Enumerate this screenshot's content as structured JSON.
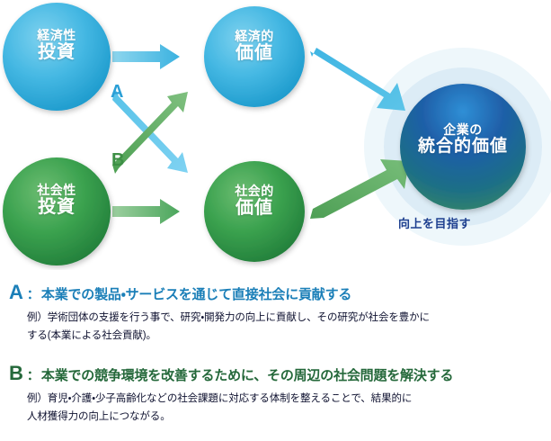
{
  "diagram": {
    "nodes": [
      {
        "id": "economic-investment",
        "line1": "経済性",
        "line2": "投資",
        "color": "#3cb4e0"
      },
      {
        "id": "economic-value",
        "line1": "経済的",
        "line2": "価値",
        "color": "#3cb4e0"
      },
      {
        "id": "social-investment",
        "line1": "社会性",
        "line2": "投資",
        "color": "#3a9b4f"
      },
      {
        "id": "social-value",
        "line1": "社会的",
        "line2": "価値",
        "color": "#3a9b4f"
      },
      {
        "id": "integrated-value",
        "line1": "企業の",
        "line2": "統合的価値",
        "color": "#1f5fa8"
      }
    ],
    "cross_labels": {
      "a": "A",
      "b": "B"
    },
    "aim_text": "向上を目指す",
    "colors": {
      "blue": "#3cb4e0",
      "blue_dark": "#1b7fb8",
      "green": "#3a9b4f",
      "green_dark": "#24683a",
      "halo": "#e3f1f8",
      "aim": "#1d3f8f"
    }
  },
  "legend": {
    "entries": [
      {
        "key": "A",
        "colon": "：",
        "title": "本業での製品・サービスを通じて直接社会に貢献する",
        "example_lines": [
          "例）学術団体の支援を行う事で、研究・開発力の向上に貢献し、その研究が社会を豊かに",
          "する(本業による社会貢献)。"
        ]
      },
      {
        "key": "B",
        "colon": "：",
        "title": "本業での競争環境を改善するために、その周辺の社会問題を解決する",
        "example_lines": [
          "例）育児・介護・少子高齢化などの社会課題に対応する体制を整えることで、結果的に",
          "人材獲得力の向上につながる。"
        ]
      }
    ]
  }
}
